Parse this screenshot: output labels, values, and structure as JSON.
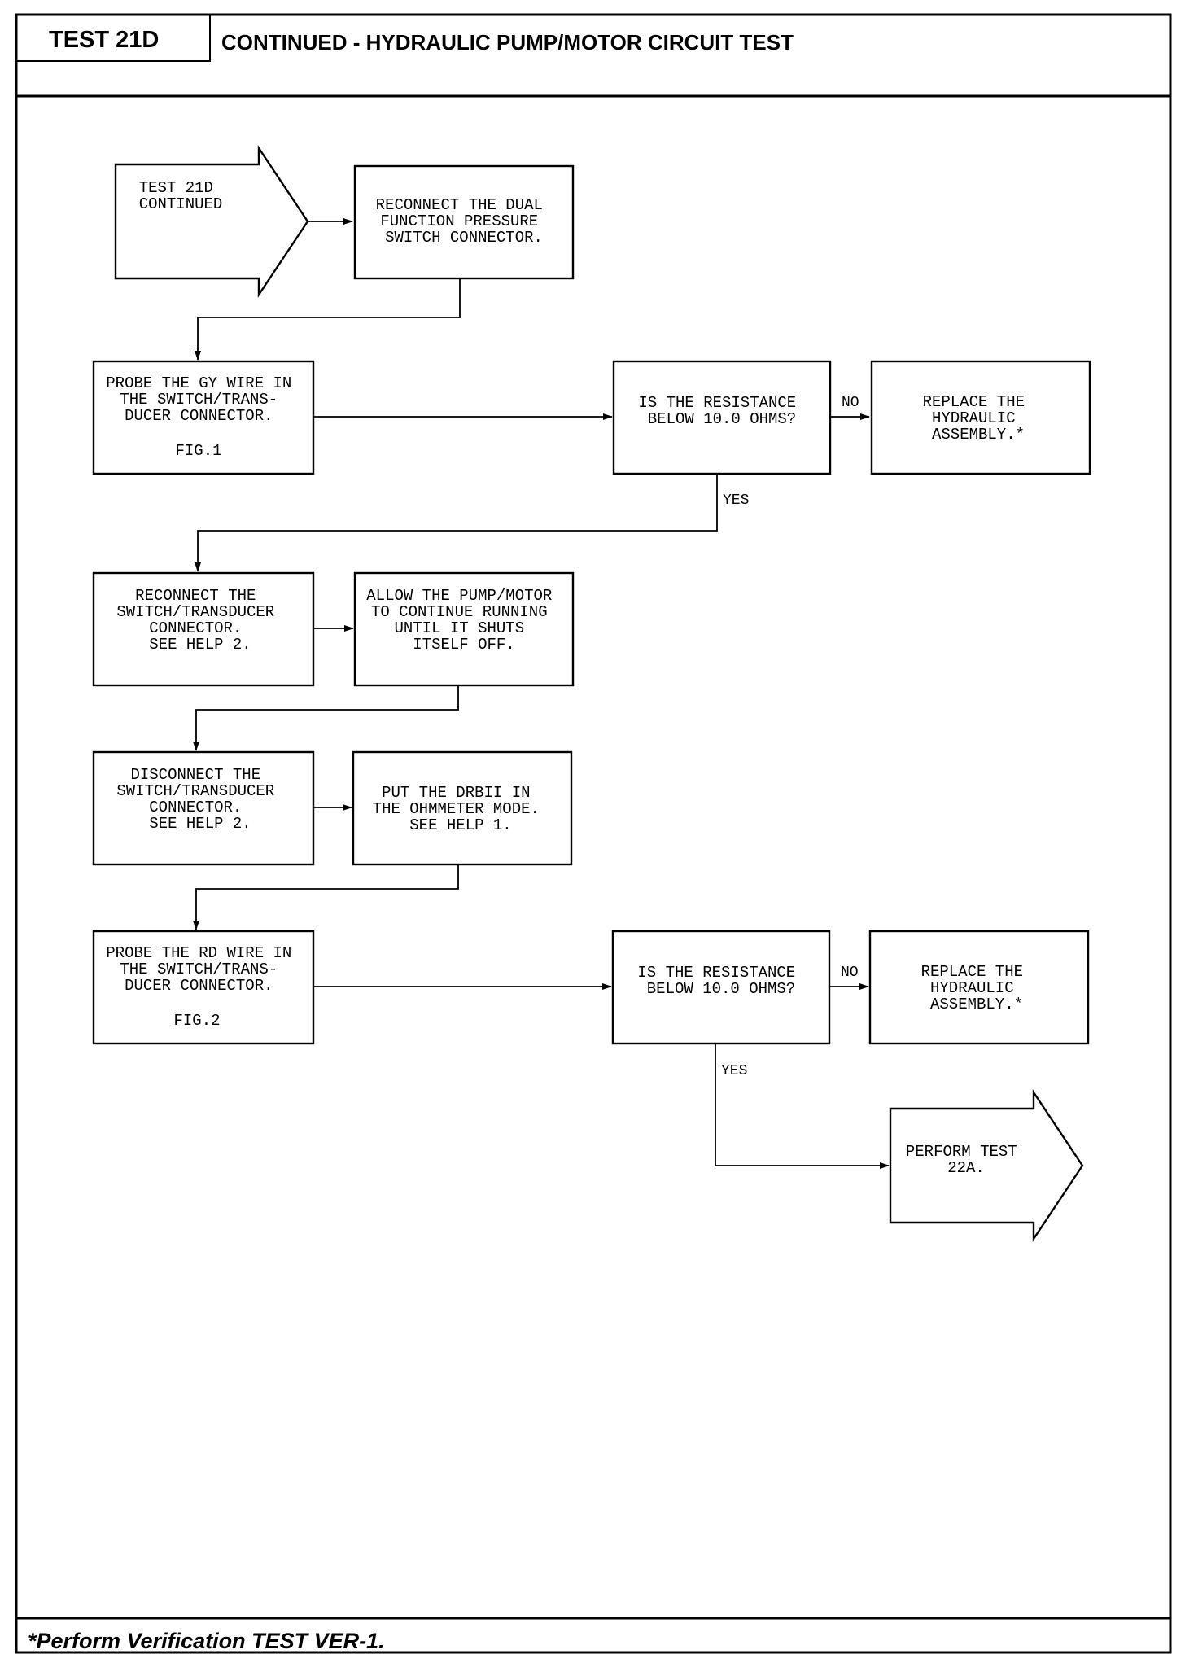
{
  "header": {
    "test_id": "TEST 21D",
    "title": "CONTINUED - HYDRAULIC PUMP/MOTOR CIRCUIT TEST"
  },
  "footer": {
    "note": "*Perform Verification TEST VER-1."
  },
  "flowchart": {
    "nodes": [
      {
        "id": "start",
        "shape": "arrow",
        "lines": [
          "TEST 21D",
          "CONTINUED"
        ]
      },
      {
        "id": "reconnect-dual",
        "shape": "box",
        "lines": [
          "RECONNECT THE DUAL",
          "FUNCTION PRESSURE",
          "SWITCH CONNECTOR."
        ]
      },
      {
        "id": "probe-gy",
        "shape": "box",
        "lines": [
          "PROBE THE GY WIRE IN",
          "THE SWITCH/TRANS-",
          "DUCER CONNECTOR."
        ],
        "fig": "FIG.1"
      },
      {
        "id": "decision-1",
        "shape": "box",
        "lines": [
          "IS THE RESISTANCE",
          "BELOW 10.0 OHMS?"
        ]
      },
      {
        "id": "replace-1",
        "shape": "box",
        "lines": [
          "REPLACE THE",
          "HYDRAULIC",
          "ASSEMBLY.*"
        ]
      },
      {
        "id": "reconnect-switch",
        "shape": "box",
        "lines": [
          "RECONNECT THE",
          "SWITCH/TRANSDUCER",
          "CONNECTOR.",
          "SEE HELP 2."
        ]
      },
      {
        "id": "allow-pump",
        "shape": "box",
        "lines": [
          "ALLOW THE PUMP/MOTOR",
          "TO CONTINUE RUNNING",
          "UNTIL IT SHUTS",
          "ITSELF OFF."
        ]
      },
      {
        "id": "disconnect-switch",
        "shape": "box",
        "lines": [
          "DISCONNECT THE",
          "SWITCH/TRANSDUCER",
          "CONNECTOR.",
          "SEE HELP 2."
        ]
      },
      {
        "id": "put-drbii",
        "shape": "box",
        "lines": [
          "PUT THE DRBII IN",
          "THE OHMMETER MODE.",
          "SEE HELP 1."
        ]
      },
      {
        "id": "probe-rd",
        "shape": "box",
        "lines": [
          "PROBE THE RD WIRE IN",
          "THE SWITCH/TRANS-",
          "DUCER CONNECTOR."
        ],
        "fig": "FIG.2"
      },
      {
        "id": "decision-2",
        "shape": "box",
        "lines": [
          "IS THE RESISTANCE",
          "BELOW 10.0 OHMS?"
        ]
      },
      {
        "id": "replace-2",
        "shape": "box",
        "lines": [
          "REPLACE THE",
          "HYDRAULIC",
          "ASSEMBLY.*"
        ]
      },
      {
        "id": "perform-22a",
        "shape": "arrow",
        "lines": [
          "PERFORM TEST",
          "22A."
        ]
      }
    ],
    "edge_labels": {
      "no_1": "NO",
      "yes_1": "YES",
      "no_2": "NO",
      "yes_2": "YES"
    }
  }
}
